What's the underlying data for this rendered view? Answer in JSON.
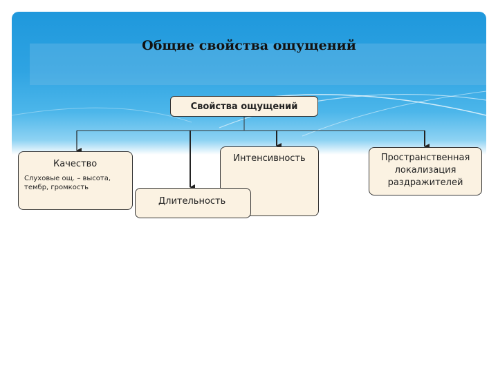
{
  "slide": {
    "title": "Общие свойства ощущений"
  },
  "diagram": {
    "root": "Свойства ощущений",
    "nodes": {
      "quality": {
        "title": "Качество",
        "note": "Слуховые ощ. – высота, тембр, громкость"
      },
      "intensity": "Интенсивность",
      "duration": "Длительность",
      "localization": "Пространственная локализация раздражителей"
    }
  },
  "colors": {
    "header_blue": "#1f98dc",
    "box_fill": "#fbf2e2",
    "line": "#333333"
  }
}
